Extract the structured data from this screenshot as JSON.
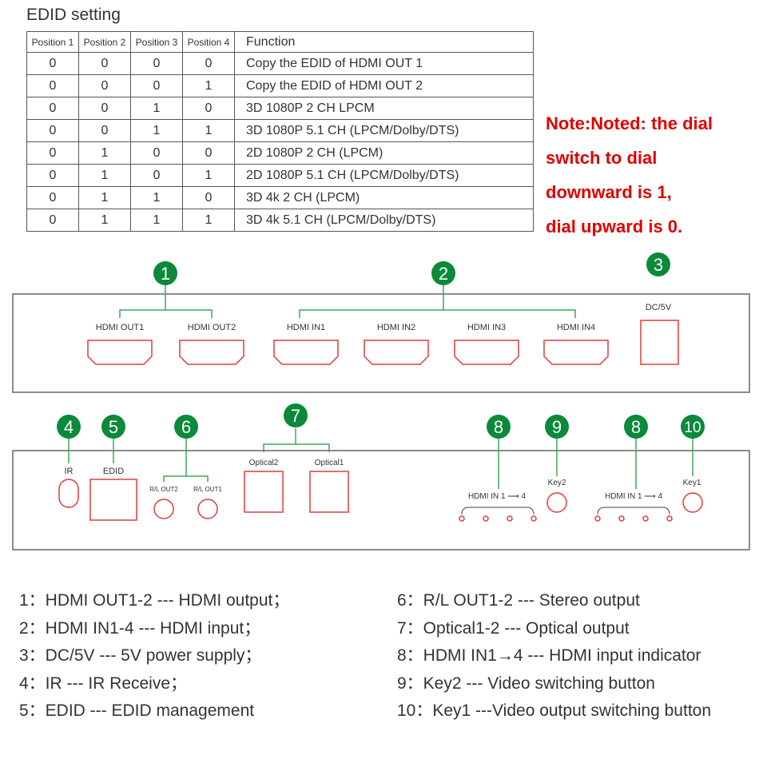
{
  "title": "EDID setting",
  "table": {
    "headers": [
      "Position 1",
      "Position 2",
      "Position 3",
      "Position 4",
      "Function"
    ],
    "rows": [
      [
        "0",
        "0",
        "0",
        "0",
        "Copy the EDID of HDMI OUT 1"
      ],
      [
        "0",
        "0",
        "0",
        "1",
        "Copy the EDID of HDMI OUT 2"
      ],
      [
        "0",
        "0",
        "1",
        "0",
        "3D 1080P 2 CH LPCM"
      ],
      [
        "0",
        "0",
        "1",
        "1",
        "3D 1080P 5.1 CH (LPCM/Dolby/DTS)"
      ],
      [
        "0",
        "1",
        "0",
        "0",
        "2D 1080P 2 CH (LPCM)"
      ],
      [
        "0",
        "1",
        "0",
        "1",
        "2D 1080P 5.1 CH (LPCM/Dolby/DTS)"
      ],
      [
        "0",
        "1",
        "1",
        "0",
        "3D 4k 2 CH (LPCM)"
      ],
      [
        "0",
        "1",
        "1",
        "1",
        "3D 4k 5.1 CH (LPCM/Dolby/DTS)"
      ]
    ]
  },
  "note": {
    "lines": [
      "Note:Noted: the dial",
      "switch to dial",
      "downward is 1,",
      "dial upward is 0."
    ],
    "color": "#e00000"
  },
  "colors": {
    "callout": "#0a8a3a",
    "port": "#e03c3c",
    "leader": "#3aa85a"
  },
  "front_panel": {
    "callouts": [
      "1",
      "2",
      "3"
    ],
    "ports": {
      "hdmi_out1": "HDMI OUT1",
      "hdmi_out2": "HDMI OUT2",
      "hdmi_in1": "HDMI IN1",
      "hdmi_in2": "HDMI IN2",
      "hdmi_in3": "HDMI IN3",
      "hdmi_in4": "HDMI IN4",
      "dc": "DC/5V"
    }
  },
  "back_panel": {
    "callouts": [
      "4",
      "5",
      "6",
      "7",
      "8",
      "9",
      "8",
      "10"
    ],
    "labels": {
      "ir": "IR",
      "edid": "EDID",
      "rl_out2": "R/L OUT2",
      "rl_out1": "R/L OUT1",
      "optical2": "Optical2",
      "optical1": "Optical1",
      "hdmi_in_a": "HDMI IN  1 ⟶ 4",
      "key2": "Key2",
      "hdmi_in_b": "HDMI IN  1 ⟶ 4",
      "key1": "Key1"
    }
  },
  "legend": {
    "left": [
      "1：HDMI OUT1-2 --- HDMI output；",
      "2：HDMI IN1-4 --- HDMI input；",
      "3：DC/5V --- 5V power supply；",
      "4：IR --- IR Receive；",
      "5：EDID --- EDID management"
    ],
    "right": [
      "6：R/L OUT1-2 --- Stereo output",
      "7：Optical1-2 --- Optical output",
      "8：HDMI IN1→4 --- HDMI input indicator",
      "9：Key2 --- Video switching button",
      "10：Key1 ---Video output switching button"
    ]
  }
}
